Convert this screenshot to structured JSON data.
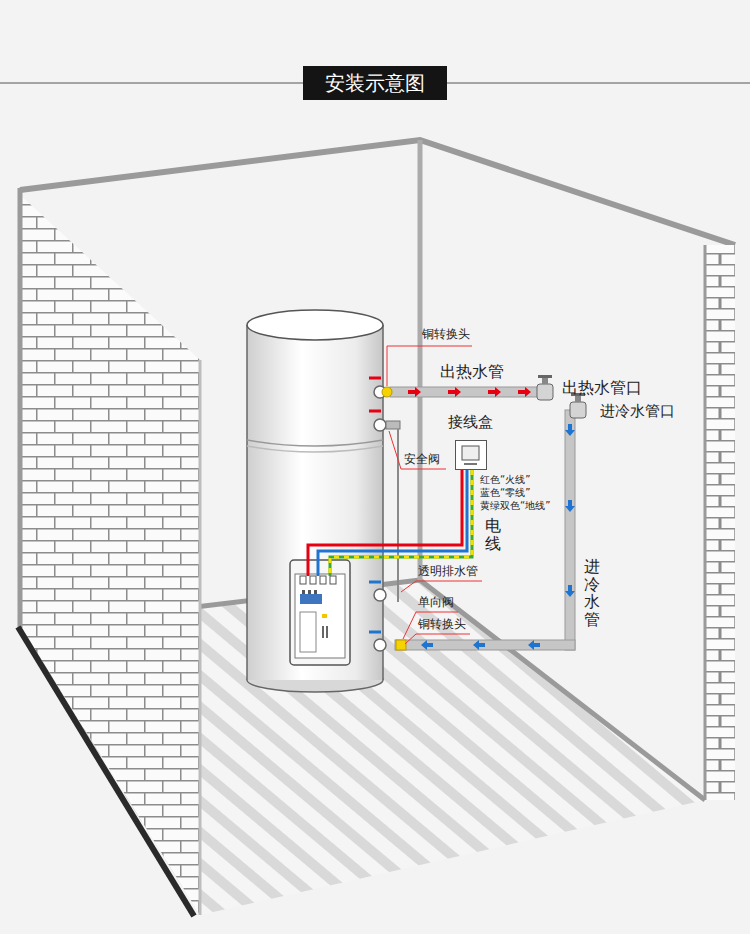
{
  "diagram": {
    "title": "安装示意图",
    "nodes": [
      {
        "text": [
          "接线盒"
        ]
      }
    ],
    "labels": [
      "铜转换头",
      "出热水管",
      "出热水管口",
      "进冷水管口",
      "安全阀",
      "红色“火线”",
      "蓝色“零线”",
      "黄绿双色“地线”",
      "电线",
      "透明排水管",
      "单向阀",
      "铜转换头",
      "进冷水管"
    ]
  }
}
